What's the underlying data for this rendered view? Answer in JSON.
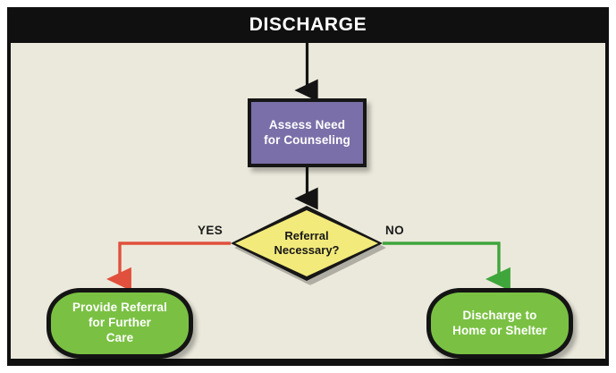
{
  "figure": {
    "title": "DISCHARGE",
    "colors": {
      "frame": "#111010",
      "canvas": "#ebe9db",
      "process_fill": "#7a6fa8",
      "decision_fill": "#f2ea7a",
      "terminal_fill": "#7ac143",
      "yes_connector": "#e0503c",
      "no_connector": "#3fa63c",
      "default_connector": "#141414",
      "title_text": "#ffffff"
    }
  },
  "nodes": {
    "process": {
      "id": "assess-need",
      "shape": "rectangle",
      "label": "Assess Need\nfor Counseling",
      "line1": "Assess Need",
      "line2": "for Counseling"
    },
    "decision": {
      "id": "referral-necessary",
      "shape": "diamond",
      "label": "Referral\nNecessary?",
      "line1": "Referral",
      "line2": "Necessary?"
    },
    "terminal_left": {
      "id": "provide-referral",
      "shape": "rounded-terminal",
      "label": "Provide Referral\nfor Further\nCare",
      "line1": "Provide Referral",
      "line2": "for Further",
      "line3": "Care"
    },
    "terminal_right": {
      "id": "discharge-home",
      "shape": "rounded-terminal",
      "label": "Discharge to\nHome or Shelter",
      "line1": "Discharge to",
      "line2": "Home or Shelter"
    }
  },
  "branches": {
    "yes": "YES",
    "no": "NO"
  },
  "edges": [
    {
      "from": "title",
      "to": "process",
      "label": "",
      "color": "#141414"
    },
    {
      "from": "process",
      "to": "decision",
      "label": "",
      "color": "#141414"
    },
    {
      "from": "decision",
      "to": "terminal_left",
      "label": "YES",
      "color": "#e0503c"
    },
    {
      "from": "decision",
      "to": "terminal_right",
      "label": "NO",
      "color": "#3fa63c"
    }
  ]
}
